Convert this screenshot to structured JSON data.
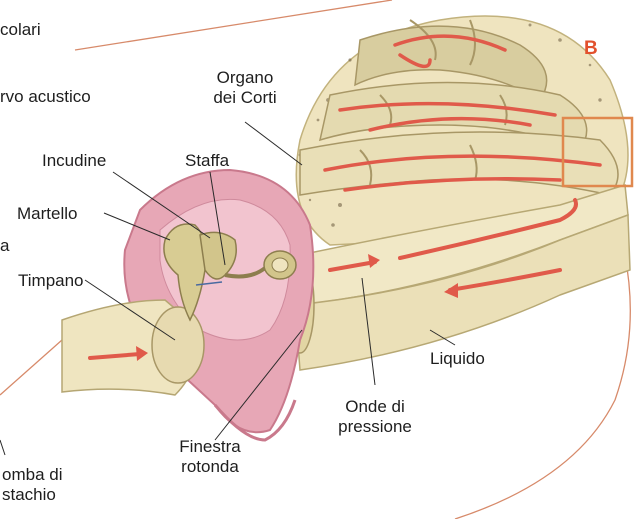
{
  "figure": {
    "panel_letter": "B",
    "accent_color": "#e2512d"
  },
  "labels": {
    "top_left_cut": "colari",
    "nerve_cut": "rvo acustico",
    "left_cut_a": "a",
    "organo_line1": "Organo",
    "organo_line2": "dei Corti",
    "incudine": "Incudine",
    "staffa": "Staffa",
    "martello": "Martello",
    "timpano": "Timpano",
    "liquido": "Liquido",
    "onde_line1": "Onde di",
    "onde_line2": "pressione",
    "finestra_line1": "Finestra",
    "finestra_line2": "rotonda",
    "tromba_line1": "omba di",
    "tromba_line2": "stachio"
  },
  "colors": {
    "bone": "#efe7c4",
    "bone_shadow": "#c9bd8e",
    "flesh": "#e7a7b6",
    "flesh_dark": "#c9798c",
    "flow_arrow": "#e05a4a",
    "frame_line": "#d78a6a",
    "highlight_box": "#e0884e"
  }
}
